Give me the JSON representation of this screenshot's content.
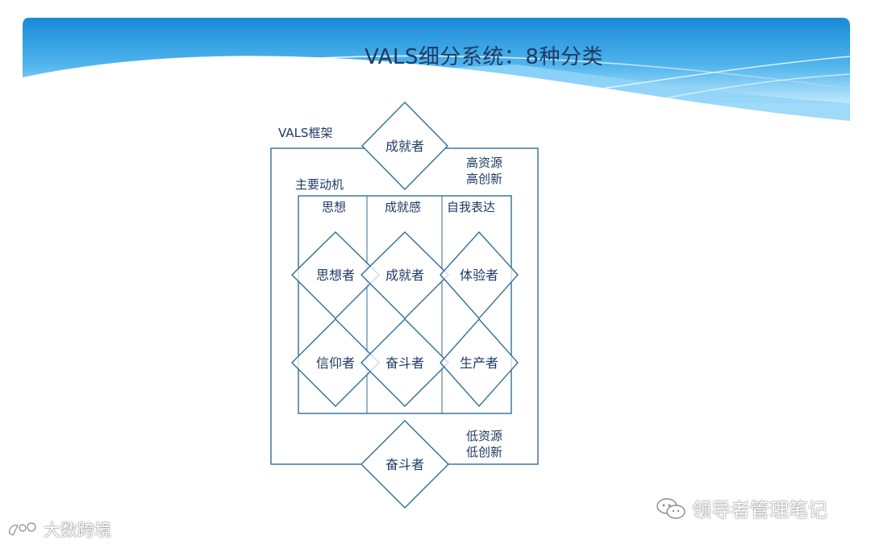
{
  "slide": {
    "title": "VALS细分系统：8种分类"
  },
  "diagram": {
    "frame_label": "VALS框架",
    "high_resources": [
      "高资源",
      "高创新"
    ],
    "low_resources": [
      "低资源",
      "低创新"
    ],
    "motivation_label": "主要动机",
    "columns": [
      "思想",
      "成就感",
      "自我表达"
    ],
    "top_node": "成就者",
    "row1": [
      "思想者",
      "成就者",
      "体验者"
    ],
    "row2": [
      "信仰者",
      "奋斗者",
      "生产者"
    ],
    "bottom_node": "奋斗者"
  },
  "watermarks": {
    "left": "大数跨境",
    "right": "领导者管理笔记"
  },
  "colors": {
    "line": "#2f6f95",
    "text": "#1f3a63",
    "banner_dark": "#1b8fd8",
    "banner_light": "#aee2fb"
  }
}
